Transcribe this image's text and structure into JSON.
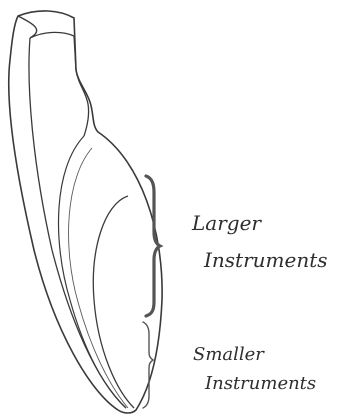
{
  "labels": {
    "larger_line1": "Larger",
    "larger_line2": "Instruments",
    "smaller_line1": "Smaller",
    "smaller_line2": "Instruments"
  },
  "colors": {
    "outline": "#3a3a3a",
    "brace": "#555555",
    "text": "#2e2e2e"
  }
}
